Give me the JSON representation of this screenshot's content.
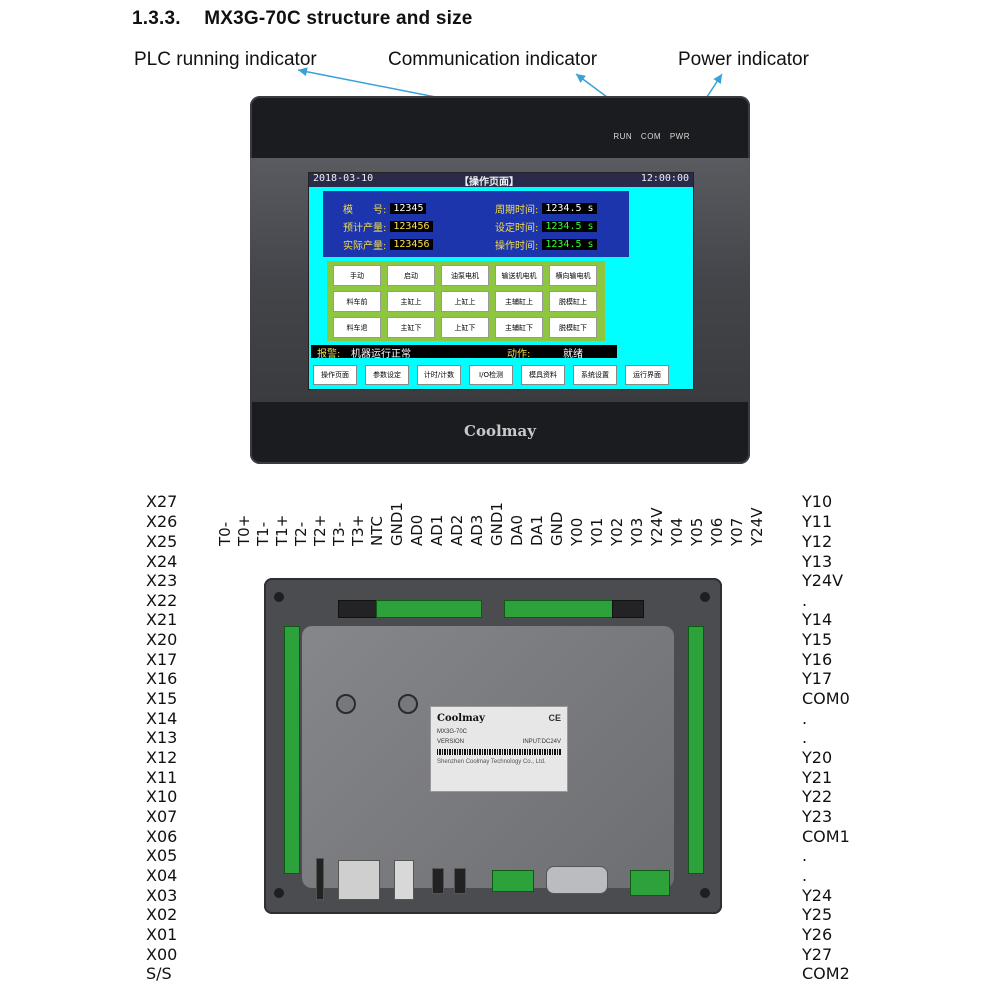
{
  "heading": {
    "number": "1.3.3.",
    "title": "MX3G-70C structure and size"
  },
  "callouts": {
    "run": "PLC running indicator",
    "com": "Communication indicator",
    "pwr": "Power indicator"
  },
  "front": {
    "indicators": [
      "RUN",
      "COM",
      "PWR"
    ],
    "brand": "Coolmay",
    "screen": {
      "date": "2018-03-10",
      "title": "【操作页面】",
      "time": "12:00:00",
      "fields": [
        {
          "label": "模　　号:",
          "value": "12345"
        },
        {
          "label": "预计产量:",
          "value": "123456"
        },
        {
          "label": "实际产量:",
          "value": "123456"
        }
      ],
      "fields2": [
        {
          "label": "周期时间:",
          "value": "1234.5 s"
        },
        {
          "label": "设定时间:",
          "value": "1234.5 s"
        },
        {
          "label": "操作时间:",
          "value": "1234.5 s"
        }
      ],
      "grid": [
        [
          "手动",
          "启动",
          "油泵电机",
          "输送机电机",
          "横向输电机"
        ],
        [
          "料车前",
          "主缸上",
          "上缸上",
          "主辅缸上",
          "脱模缸上"
        ],
        [
          "料车退",
          "主缸下",
          "上缸下",
          "主辅缸下",
          "脱模缸下"
        ]
      ],
      "alarm_label": "报警:",
      "alarm_msg": "机器运行正常",
      "action_label": "动作:",
      "action_msg": "就绪",
      "nav": [
        "操作页面",
        "参数设定",
        "计时/计数",
        "I/O检测",
        "模具资料",
        "系统设置",
        "运行界面"
      ]
    }
  },
  "back": {
    "label_brand": "Coolmay",
    "label_ce": "CE",
    "label_model": "MX3G-70C",
    "label_version": "VERSION",
    "label_input": "INPUT:DC24V",
    "label_fine": "Shenzhen Coolmay Technology Co., Ltd."
  },
  "pins_left": [
    "X27",
    "X26",
    "X25",
    "X24",
    "X23",
    "X22",
    "X21",
    "X20",
    "X17",
    "X16",
    "X15",
    "X14",
    "X13",
    "X12",
    "X11",
    "X10",
    "X07",
    "X06",
    "X05",
    "X04",
    "X03",
    "X02",
    "X01",
    "X00",
    "S/S"
  ],
  "pins_right": [
    "Y10",
    "Y11",
    "Y12",
    "Y13",
    "Y24V",
    ".",
    "Y14",
    "Y15",
    "Y16",
    "Y17",
    "COM0",
    ".",
    ".",
    "Y20",
    "Y21",
    "Y22",
    "Y23",
    "COM1",
    ".",
    ".",
    "Y24",
    "Y25",
    "Y26",
    "Y27",
    "COM2"
  ],
  "pins_top": [
    "T0-",
    "T0+",
    "T1-",
    "T1+",
    "T2-",
    "T2+",
    "T3-",
    "T3+",
    "NTC",
    "GND1",
    "AD0",
    "AD1",
    "AD2",
    "AD3",
    "GND1",
    "DA0",
    "DA1",
    "GND",
    "Y00",
    "Y01",
    "Y02",
    "Y03",
    "Y24V",
    "Y04",
    "Y05",
    "Y06",
    "Y07",
    "Y24V"
  ]
}
